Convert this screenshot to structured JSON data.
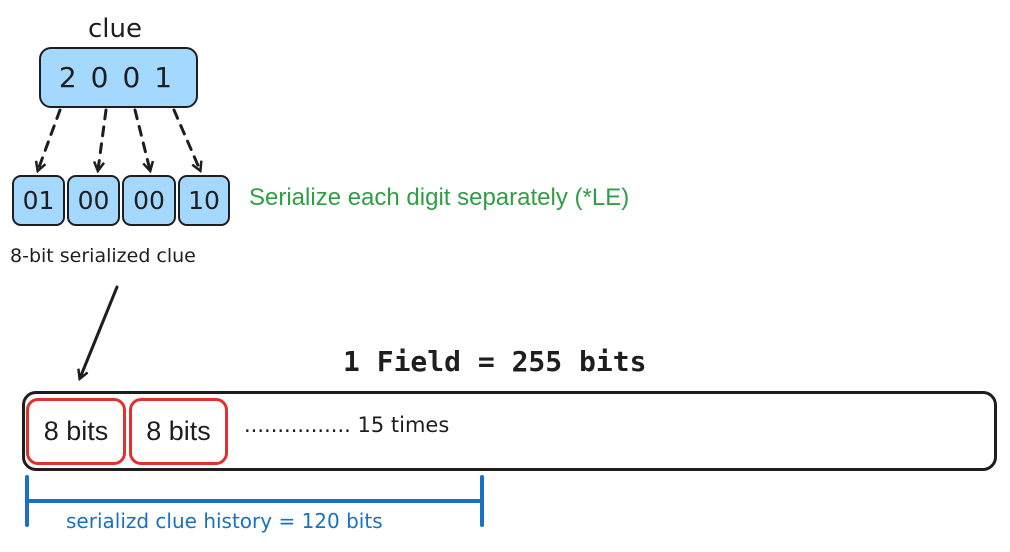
{
  "clue": {
    "title": "clue",
    "value": "2001",
    "digits": [
      "01",
      "00",
      "00",
      "10"
    ]
  },
  "serialize_note": "Serialize each digit separately (*LE)",
  "serialized_label": "8-bit serialized clue",
  "field": {
    "title": "1 Field = 255 bits",
    "slots": [
      "8 bits",
      "8 bits"
    ],
    "repeat_label": "................ 15 times"
  },
  "history_label": "serializd clue history = 120 bits",
  "colors": {
    "box_fill": "#a5d8ff",
    "stroke": "#1e1e1e",
    "note_green": "#2f9e44",
    "slot_red": "#e03131",
    "bracket_blue": "#1971c2"
  }
}
